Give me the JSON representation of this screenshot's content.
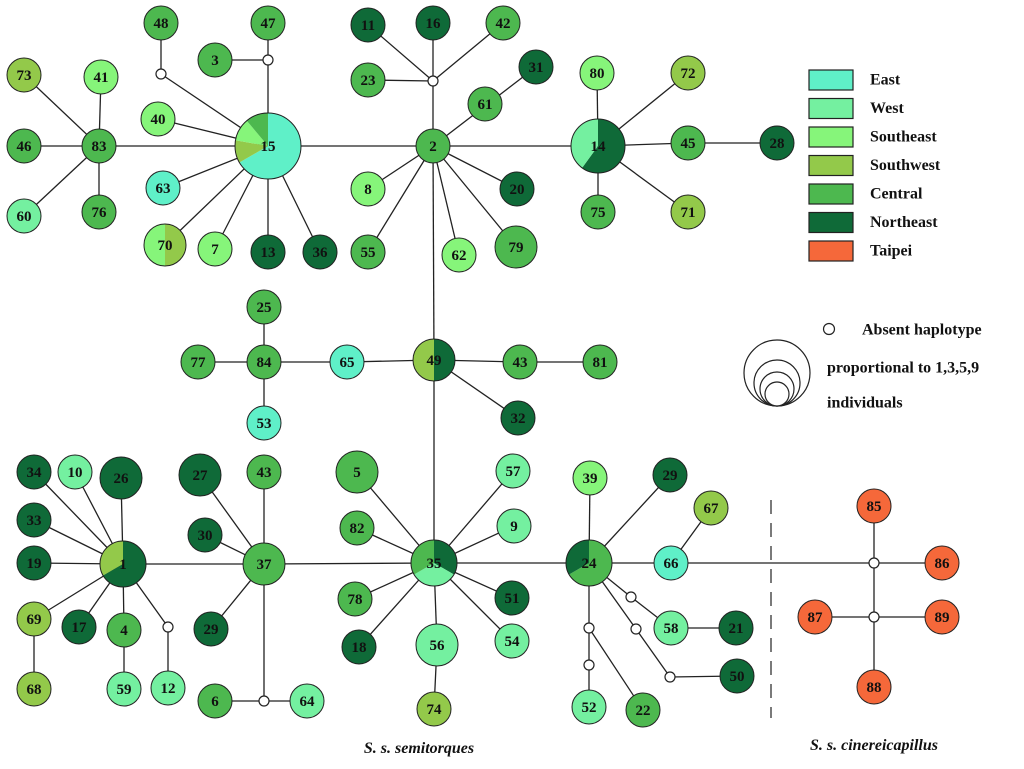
{
  "colors": {
    "East": "#5ff0c8",
    "West": "#74f0a0",
    "Southeast": "#86f57a",
    "Southwest": "#93c94a",
    "Central": "#4db84f",
    "Northeast": "#0f6a38",
    "Taipei": "#f5683a"
  },
  "legend": {
    "items": [
      {
        "label": "East",
        "color": "#5ff0c8"
      },
      {
        "label": "West",
        "color": "#74f0a0"
      },
      {
        "label": "Southeast",
        "color": "#86f57a"
      },
      {
        "label": "Southwest",
        "color": "#93c94a"
      },
      {
        "label": "Central",
        "color": "#4db84f"
      },
      {
        "label": "Northeast",
        "color": "#0f6a38"
      },
      {
        "label": "Taipei",
        "color": "#f5683a"
      }
    ],
    "absent_label": "Absent haplotype",
    "size_label_line1": "proportional to 1,3,5,9",
    "size_label_line2": "individuals",
    "size_classes": [
      1,
      3,
      5,
      9
    ]
  },
  "captions": {
    "left": "S. s. semitorques",
    "right": "S. s. cinereicapillus"
  },
  "nodes": [
    {
      "id": "48",
      "count": 1,
      "regions": [
        "Central"
      ]
    },
    {
      "id": "47",
      "count": 1,
      "regions": [
        "Central"
      ]
    },
    {
      "id": "3",
      "count": 1,
      "regions": [
        "Central"
      ]
    },
    {
      "id": "73",
      "count": 1,
      "regions": [
        "Southwest"
      ]
    },
    {
      "id": "41",
      "count": 1,
      "regions": [
        "Southeast"
      ]
    },
    {
      "id": "46",
      "count": 1,
      "regions": [
        "Central"
      ]
    },
    {
      "id": "83",
      "count": 1,
      "regions": [
        "Central"
      ]
    },
    {
      "id": "60",
      "count": 1,
      "regions": [
        "West"
      ]
    },
    {
      "id": "76",
      "count": 1,
      "regions": [
        "Central"
      ]
    },
    {
      "id": "40",
      "count": 1,
      "regions": [
        "Southeast"
      ]
    },
    {
      "id": "15",
      "count": 9,
      "regions": [
        "East",
        "East",
        "East",
        "East",
        "East",
        "East",
        "Southwest",
        "Southeast",
        "Central"
      ]
    },
    {
      "id": "63",
      "count": 1,
      "regions": [
        "East"
      ]
    },
    {
      "id": "70",
      "count": 2,
      "regions": [
        "Southwest",
        "Southeast"
      ]
    },
    {
      "id": "7",
      "count": 1,
      "regions": [
        "Southeast"
      ]
    },
    {
      "id": "13",
      "count": 1,
      "regions": [
        "Northeast"
      ]
    },
    {
      "id": "36",
      "count": 1,
      "regions": [
        "Northeast"
      ]
    },
    {
      "id": "11",
      "count": 1,
      "regions": [
        "Northeast"
      ]
    },
    {
      "id": "16",
      "count": 1,
      "regions": [
        "Northeast"
      ]
    },
    {
      "id": "42",
      "count": 1,
      "regions": [
        "Central"
      ]
    },
    {
      "id": "31",
      "count": 1,
      "regions": [
        "Northeast"
      ]
    },
    {
      "id": "23",
      "count": 1,
      "regions": [
        "Central"
      ]
    },
    {
      "id": "61",
      "count": 1,
      "regions": [
        "Central"
      ]
    },
    {
      "id": "2",
      "count": 1,
      "regions": [
        "Central"
      ]
    },
    {
      "id": "8",
      "count": 1,
      "regions": [
        "Southeast"
      ]
    },
    {
      "id": "20",
      "count": 1,
      "regions": [
        "Northeast"
      ]
    },
    {
      "id": "55",
      "count": 1,
      "regions": [
        "Central"
      ]
    },
    {
      "id": "62",
      "count": 1,
      "regions": [
        "Southeast"
      ]
    },
    {
      "id": "79",
      "count": 2,
      "regions": [
        "Central"
      ]
    },
    {
      "id": "80",
      "count": 1,
      "regions": [
        "Southeast"
      ]
    },
    {
      "id": "72",
      "count": 1,
      "regions": [
        "Southwest"
      ]
    },
    {
      "id": "14",
      "count": 5,
      "regions": [
        "Northeast",
        "Northeast",
        "Northeast",
        "West",
        "West"
      ]
    },
    {
      "id": "45",
      "count": 1,
      "regions": [
        "Central"
      ]
    },
    {
      "id": "28",
      "count": 1,
      "regions": [
        "Northeast"
      ]
    },
    {
      "id": "75",
      "count": 1,
      "regions": [
        "Central"
      ]
    },
    {
      "id": "71",
      "count": 1,
      "regions": [
        "Southwest"
      ]
    },
    {
      "id": "25",
      "count": 1,
      "regions": [
        "Central"
      ]
    },
    {
      "id": "77",
      "count": 1,
      "regions": [
        "Central"
      ]
    },
    {
      "id": "84",
      "count": 1,
      "regions": [
        "Central"
      ]
    },
    {
      "id": "65",
      "count": 1,
      "regions": [
        "East"
      ]
    },
    {
      "id": "49",
      "count": 2,
      "regions": [
        "Northeast",
        "Southwest"
      ]
    },
    {
      "id": "43",
      "count": 1,
      "regions": [
        "Central"
      ]
    },
    {
      "id": "81",
      "count": 1,
      "regions": [
        "Central"
      ]
    },
    {
      "id": "53",
      "count": 1,
      "regions": [
        "East"
      ]
    },
    {
      "id": "32",
      "count": 1,
      "regions": [
        "Northeast"
      ]
    },
    {
      "id": "34",
      "count": 1,
      "regions": [
        "Northeast"
      ]
    },
    {
      "id": "10",
      "count": 1,
      "regions": [
        "West"
      ]
    },
    {
      "id": "26",
      "count": 2,
      "regions": [
        "Northeast"
      ]
    },
    {
      "id": "27",
      "count": 2,
      "regions": [
        "Northeast"
      ]
    },
    {
      "id": "43",
      "count": 1,
      "regions": [
        "Central"
      ]
    },
    {
      "id": "5",
      "count": 2,
      "regions": [
        "Central"
      ]
    },
    {
      "id": "57",
      "count": 1,
      "regions": [
        "West"
      ]
    },
    {
      "id": "39",
      "count": 1,
      "regions": [
        "Southeast"
      ]
    },
    {
      "id": "29",
      "count": 1,
      "regions": [
        "Northeast"
      ]
    },
    {
      "id": "67",
      "count": 1,
      "regions": [
        "Southwest"
      ]
    },
    {
      "id": "33",
      "count": 1,
      "regions": [
        "Northeast"
      ]
    },
    {
      "id": "30",
      "count": 1,
      "regions": [
        "Northeast"
      ]
    },
    {
      "id": "82",
      "count": 1,
      "regions": [
        "Central"
      ]
    },
    {
      "id": "9",
      "count": 1,
      "regions": [
        "West"
      ]
    },
    {
      "id": "19",
      "count": 1,
      "regions": [
        "Northeast"
      ]
    },
    {
      "id": "1",
      "count": 3,
      "regions": [
        "Northeast",
        "Northeast",
        "Southwest"
      ]
    },
    {
      "id": "37",
      "count": 2,
      "regions": [
        "Central"
      ]
    },
    {
      "id": "35",
      "count": 3,
      "regions": [
        "Northeast",
        "West",
        "Central"
      ]
    },
    {
      "id": "24",
      "count": 3,
      "regions": [
        "Central",
        "Central",
        "Northeast"
      ]
    },
    {
      "id": "66",
      "count": 1,
      "regions": [
        "East"
      ]
    },
    {
      "id": "69",
      "count": 1,
      "regions": [
        "Southwest"
      ]
    },
    {
      "id": "17",
      "count": 1,
      "regions": [
        "Northeast"
      ]
    },
    {
      "id": "4",
      "count": 1,
      "regions": [
        "Central"
      ]
    },
    {
      "id": "29",
      "count": 1,
      "regions": [
        "Northeast"
      ]
    },
    {
      "id": "78",
      "count": 1,
      "regions": [
        "Central"
      ]
    },
    {
      "id": "51",
      "count": 1,
      "regions": [
        "Northeast"
      ]
    },
    {
      "id": "58",
      "count": 1,
      "regions": [
        "West"
      ]
    },
    {
      "id": "21",
      "count": 1,
      "regions": [
        "Northeast"
      ]
    },
    {
      "id": "12",
      "count": 1,
      "regions": [
        "West"
      ]
    },
    {
      "id": "18",
      "count": 1,
      "regions": [
        "Northeast"
      ]
    },
    {
      "id": "56",
      "count": 2,
      "regions": [
        "West"
      ]
    },
    {
      "id": "54",
      "count": 1,
      "regions": [
        "West"
      ]
    },
    {
      "id": "68",
      "count": 1,
      "regions": [
        "Southwest"
      ]
    },
    {
      "id": "59",
      "count": 1,
      "regions": [
        "West"
      ]
    },
    {
      "id": "6",
      "count": 1,
      "regions": [
        "Central"
      ]
    },
    {
      "id": "64",
      "count": 1,
      "regions": [
        "West"
      ]
    },
    {
      "id": "74",
      "count": 1,
      "regions": [
        "Southwest"
      ]
    },
    {
      "id": "52",
      "count": 1,
      "regions": [
        "West"
      ]
    },
    {
      "id": "22",
      "count": 1,
      "regions": [
        "Central"
      ]
    },
    {
      "id": "50",
      "count": 1,
      "regions": [
        "Northeast"
      ]
    },
    {
      "id": "85",
      "count": 1,
      "regions": [
        "Taipei"
      ]
    },
    {
      "id": "86",
      "count": 1,
      "regions": [
        "Taipei"
      ]
    },
    {
      "id": "87",
      "count": 1,
      "regions": [
        "Taipei"
      ]
    },
    {
      "id": "89",
      "count": 1,
      "regions": [
        "Taipei"
      ]
    },
    {
      "id": "88",
      "count": 1,
      "regions": [
        "Taipei"
      ]
    }
  ]
}
